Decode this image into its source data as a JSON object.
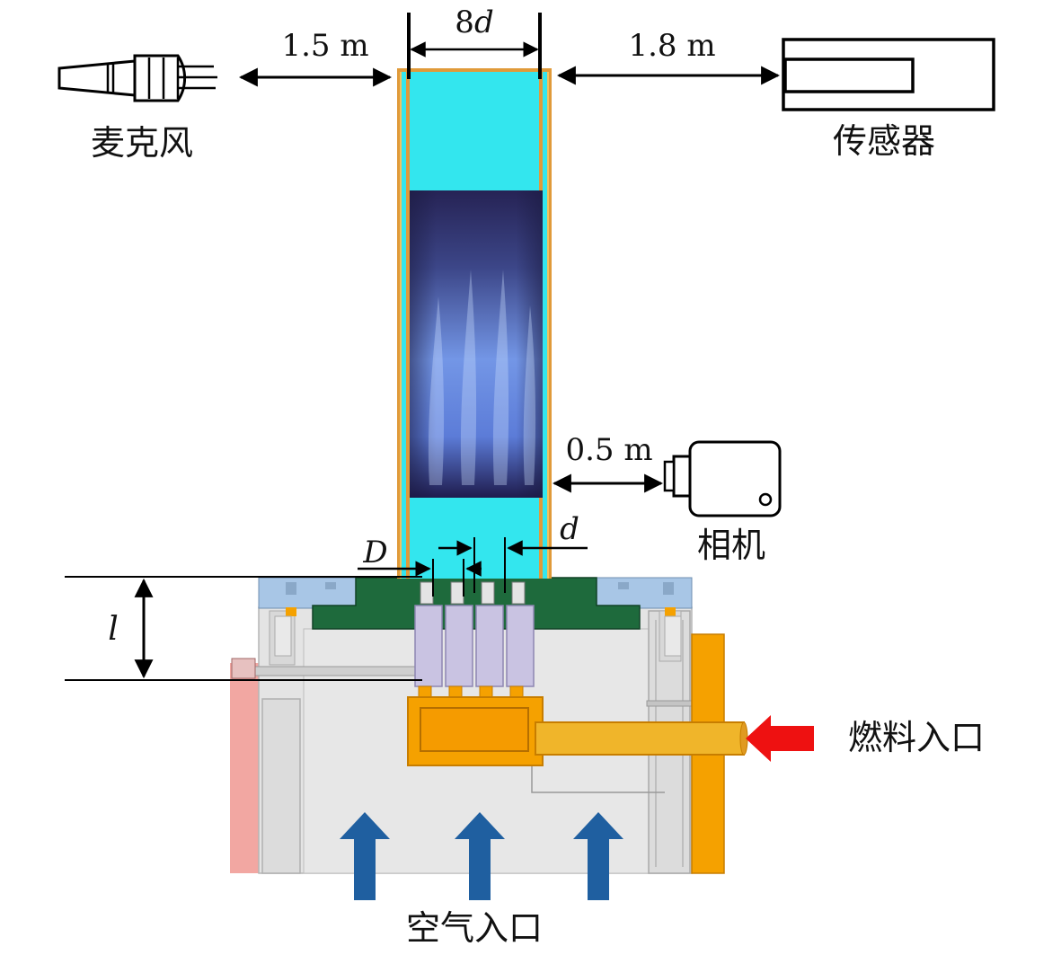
{
  "labels": {
    "microphone": "麦克风",
    "sensor": "传感器",
    "camera": "相机",
    "fuel_inlet": "燃料入口",
    "air_inlet": "空气入口"
  },
  "dimensions": {
    "mic_distance": "1.5 m",
    "sensor_distance": "1.8 m",
    "camera_distance": "0.5 m",
    "tube_width_num": "8",
    "tube_width_var": "d",
    "nozzle_pitch": "d",
    "nozzle_diameter": "D",
    "length": "l"
  },
  "icons": {
    "microphone": "microphone-icon",
    "sensor": "sensor-icon",
    "camera": "camera-icon"
  },
  "colors": {
    "quartz_tube": "#33e6ee",
    "tube_wall": "#e09a3a",
    "flame_dark": "#2a2660",
    "flame_light": "#6f8fe8",
    "fuel_plenum": "#f5a100",
    "fuel_arrow": "#ee1111",
    "air_arrow": "#1f5fa0",
    "burner_body": "#e2e2e2",
    "flange_green": "#1e6a3c",
    "nozzle_lavender": "#c9c3e2",
    "pink_wall": "#f2a7a2",
    "plate_blue": "#a8c6e6"
  }
}
